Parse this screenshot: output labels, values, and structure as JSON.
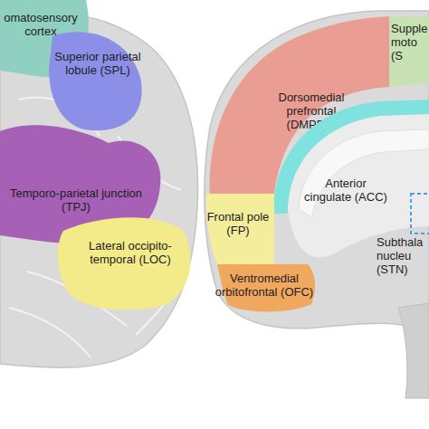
{
  "diagram": {
    "nodes": [
      {
        "text": [
          "omatosensory cortex"
        ]
      },
      {
        "text": [
          "Superior parietal lobule (SPL)"
        ]
      },
      {
        "text": [
          "Temporo-parietal junction (TPJ)"
        ]
      },
      {
        "text": [
          "Lateral occipito- temporal (LOC)"
        ]
      },
      {
        "text": [
          "Supple moto (S"
        ]
      },
      {
        "text": [
          "Dorsomedial prefrontal (DMPFC)"
        ]
      },
      {
        "text": [
          "Anterior cingulate (ACC)"
        ]
      },
      {
        "text": [
          "Frontal pole (FP)"
        ]
      },
      {
        "text": [
          "Ventromedial orbitofrontal (OFC)"
        ]
      },
      {
        "text": [
          "Subthala nucleu (STN)"
        ]
      }
    ]
  }
}
